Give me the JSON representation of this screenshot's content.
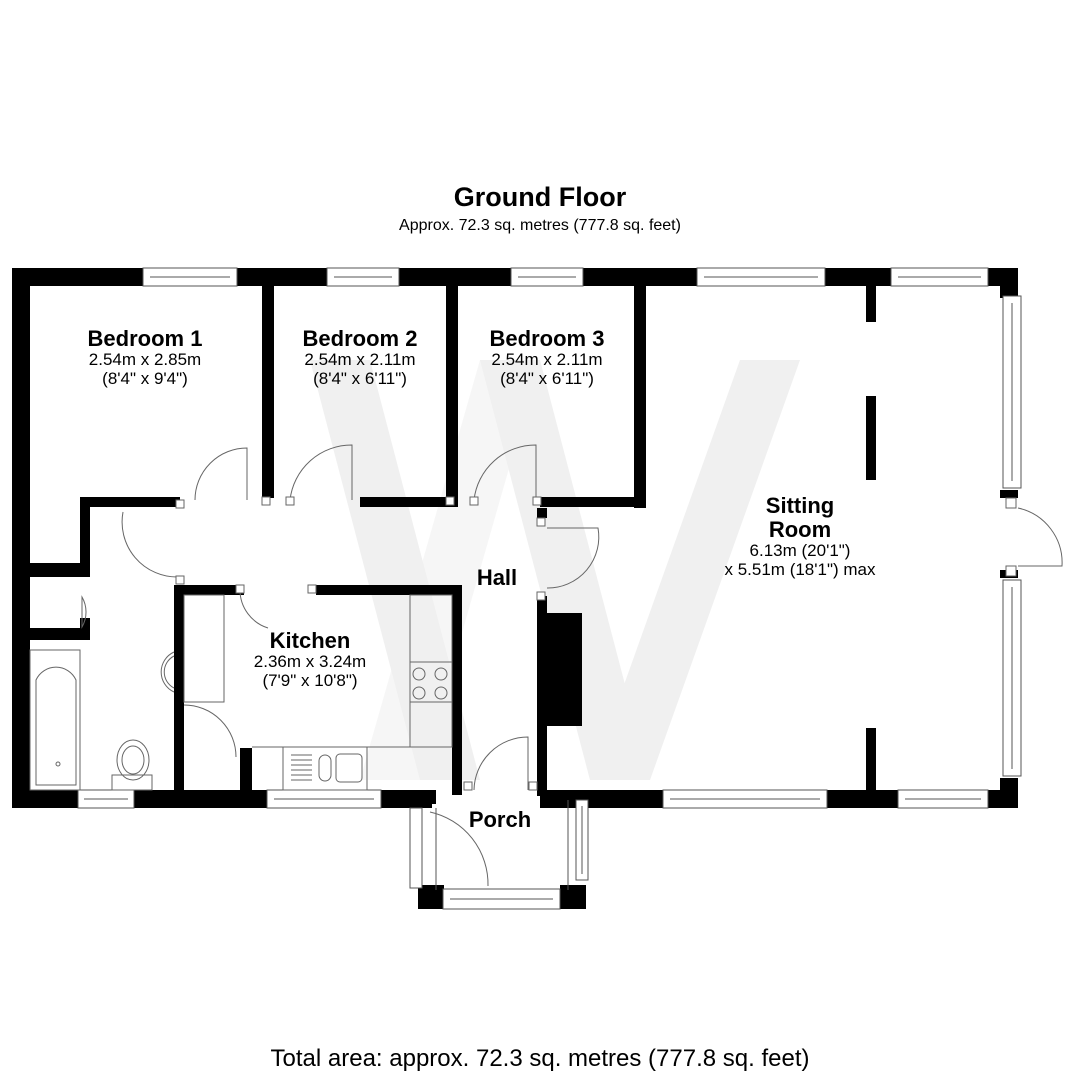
{
  "header": {
    "title": "Ground Floor",
    "subtitle": "Approx. 72.3 sq. metres (777.8 sq. feet)"
  },
  "footer": {
    "total_area": "Total area: approx. 72.3 sq. metres (777.8 sq. feet)"
  },
  "rooms": {
    "bedroom1": {
      "name": "Bedroom 1",
      "dim_m": "2.54m x 2.85m",
      "dim_ft": "(8'4\" x 9'4\")"
    },
    "bedroom2": {
      "name": "Bedroom 2",
      "dim_m": "2.54m x 2.11m",
      "dim_ft": "(8'4\" x 6'11\")"
    },
    "bedroom3": {
      "name": "Bedroom 3",
      "dim_m": "2.54m x 2.11m",
      "dim_ft": "(8'4\" x 6'11\")"
    },
    "sitting_room": {
      "name_line1": "Sitting",
      "name_line2": "Room",
      "dim_line1": "6.13m (20'1\")",
      "dim_line2": "x 5.51m (18'1\") max"
    },
    "kitchen": {
      "name": "Kitchen",
      "dim_m": "2.36m x 3.24m",
      "dim_ft": "(7'9\" x 10'8\")"
    },
    "hall": {
      "name": "Hall"
    },
    "porch": {
      "name": "Porch"
    }
  },
  "colors": {
    "wall": "#000000",
    "floor": "#ffffff",
    "watermark": "#f0f0f0",
    "fixture_line": "#555555"
  }
}
